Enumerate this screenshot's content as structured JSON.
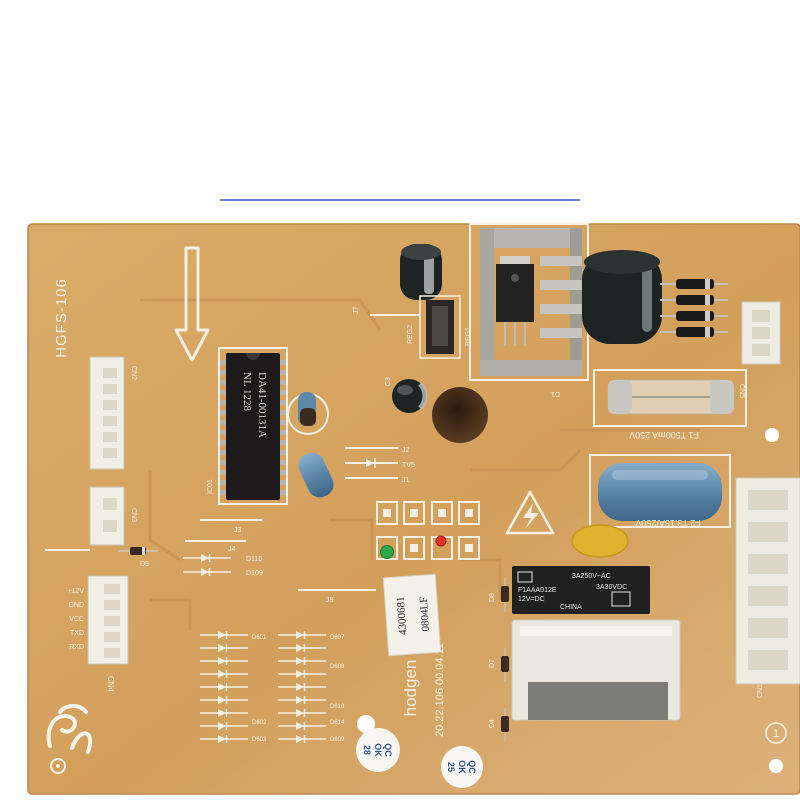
{
  "board": {
    "model": "HGFS-106",
    "maker": "hodgen",
    "part_number": "20.22.106.00.04.11",
    "marker": "1"
  },
  "ic": {
    "ref": "IC01",
    "marking_line1": "NL 1228",
    "marking_line2": "DA41-00131A"
  },
  "labels": {
    "cn1": "CN1",
    "cn2": "CN2",
    "cn3": "CN3",
    "cn4": "CN4",
    "cn5": "CN5",
    "j1": "J1",
    "j2": "J2",
    "j3": "J3",
    "j4": "J4",
    "j7": "J7",
    "j8": "J8",
    "tv5": "TV5",
    "reg1": "REG1",
    "reg2": "REG2",
    "c3": "C3",
    "d1": "D1",
    "d4": "D4",
    "d7": "D7",
    "d8": "D8",
    "d9": "D9",
    "d109": "D109",
    "d110": "D110"
  },
  "cn4_pins": [
    "+12V",
    "GND",
    "VCC",
    "TXD",
    "RXD"
  ],
  "fuse_f1": "F1 T500mA 250V",
  "fuse_f2": "F2 T3.15A/250V",
  "relay": {
    "rating_ac": "3A250V~AC",
    "part": "F1AAA012E",
    "coil": "12V=DC",
    "rating_dc": "3A30VDC",
    "origin": "CHINA"
  },
  "sticker": {
    "line1": "4300681",
    "line2": "0804LF"
  },
  "qc_stamps": [
    {
      "l1": "QC",
      "l2": "OK",
      "num": "28"
    },
    {
      "l1": "QC",
      "l2": "OK",
      "num": "25"
    }
  ],
  "led_refs": [
    "D601",
    "D607",
    "D608",
    "D610",
    "D614",
    "D609",
    "D602",
    "D603"
  ],
  "icons": {
    "arrow": "down-arrow-icon",
    "warning": "high-voltage-warning-icon",
    "logo": "manufacturer-logo-icon"
  },
  "colors": {
    "board": "#d6a664",
    "silkscreen": "#f5f0e3",
    "green_led": "#2fa84a",
    "red_led": "#e0322a",
    "x_capacitor": "#5b86a8",
    "varistor": "#dcb230",
    "qc_stamp_ink": "#2f4f9e"
  }
}
